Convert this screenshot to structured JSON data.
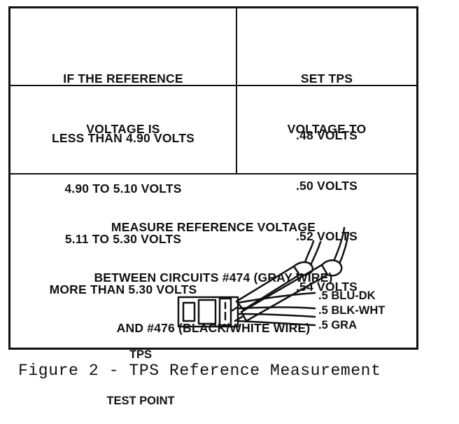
{
  "table": {
    "header": {
      "left": [
        "IF THE REFERENCE",
        "VOLTAGE IS"
      ],
      "right": [
        "SET TPS",
        "VOLTAGE TO"
      ]
    },
    "rows": {
      "left": [
        "LESS THAN 4.90 VOLTS",
        "4.90 TO 5.10 VOLTS",
        "5.11 TO 5.30 VOLTS",
        "MORE THAN 5.30 VOLTS"
      ],
      "right": [
        ".48 VOLTS",
        ".50 VOLTS",
        ".52 VOLTS",
        ".54 VOLTS"
      ]
    },
    "instruction": [
      "MEASURE REFERENCE VOLTAGE",
      "BETWEEN CIRCUITS #474 (GRAY WIRE)",
      "AND #476 (BLACK/WHITE WIRE)"
    ]
  },
  "diagram": {
    "wire_labels": [
      ".5 BLU-DK",
      ".5 BLK-WHT",
      ".5 GRA"
    ],
    "tps_label": [
      "TPS",
      "TEST POINT"
    ]
  },
  "caption": "Figure 2 - TPS Reference Measurement"
}
